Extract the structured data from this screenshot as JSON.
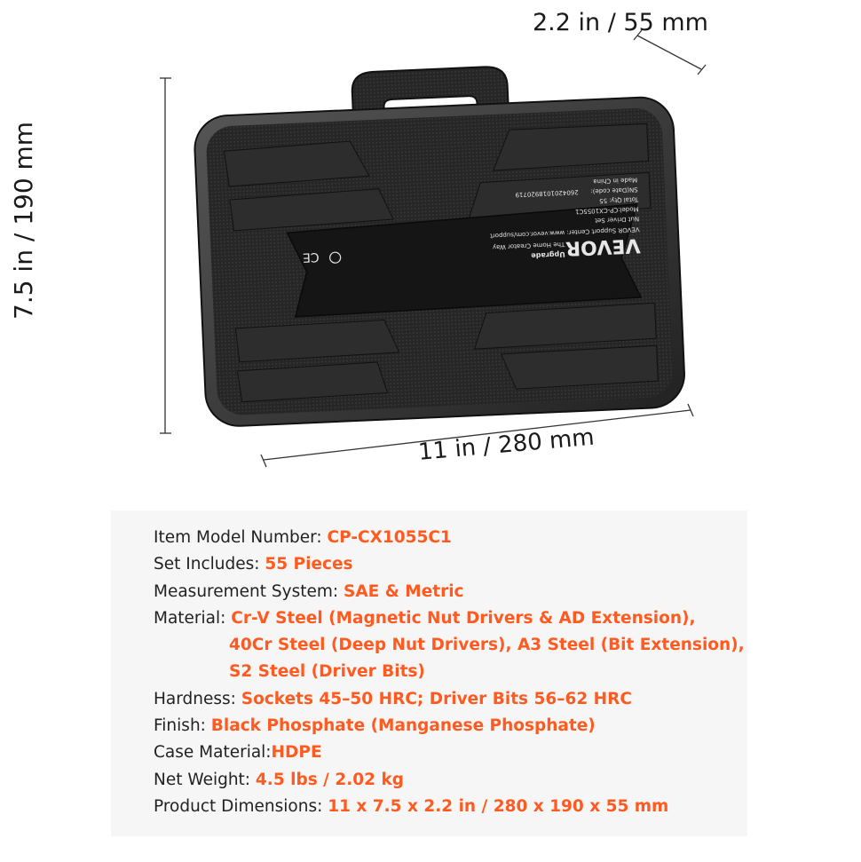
{
  "dimensions": {
    "depth": "2.2 in / 55 mm",
    "height": "7.5 in / 190 mm",
    "width": "11 in / 280 mm"
  },
  "case_label": {
    "brand": "VEVOR",
    "slogan_1": "Upgrade",
    "slogan_2": "The Home Creator Way",
    "support": "VEVOR Support Center: www.vevor.com/support",
    "product": "Nut Driver Set",
    "model": "Model:CP-CX1055C1",
    "qty": "Total Qty: 55",
    "sn_label": "SN(Date code):",
    "sn": "2604201018920719",
    "origin": "Made in China",
    "marks": "CE"
  },
  "specs": [
    {
      "label": "Item Model Number: ",
      "value": "CP-CX1055C1"
    },
    {
      "label": "Set Includes: ",
      "value": "55 Pieces"
    },
    {
      "label": "Measurement System: ",
      "value": "SAE & Metric"
    },
    {
      "label": "Material: ",
      "value": "Cr-V Steel (Magnetic Nut Drivers & AD Extension),"
    },
    {
      "label": "",
      "value": "40Cr Steel (Deep Nut Drivers), A3 Steel (Bit Extension),"
    },
    {
      "label": "",
      "value": "S2 Steel (Driver Bits)"
    },
    {
      "label": "Hardness: ",
      "value": "Sockets 45–50 HRC; Driver Bits 56–62 HRC"
    },
    {
      "label": "Finish: ",
      "value": "Black Phosphate (Manganese Phosphate)"
    },
    {
      "label": "Case Material:",
      "value": "HDPE"
    },
    {
      "label": "Net Weight: ",
      "value": "4.5 lbs / 2.02 kg"
    },
    {
      "label": "Product Dimensions: ",
      "value": "11 x 7.5 x 2.2 in / 280 x 190 x 55 mm"
    }
  ],
  "colors": {
    "accent": "#ff5a1f",
    "case": "#1c1c1c"
  }
}
